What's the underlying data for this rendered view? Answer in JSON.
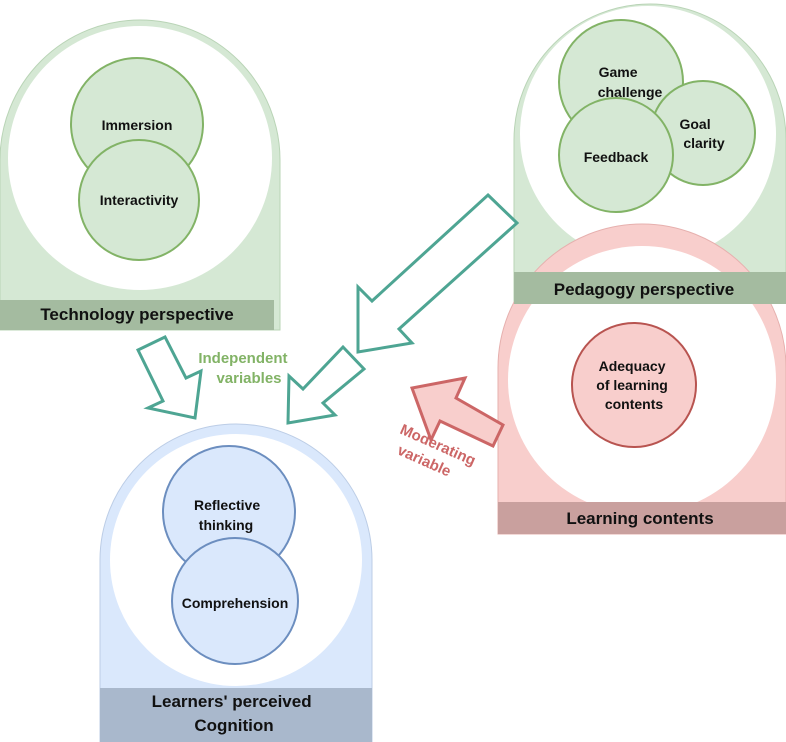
{
  "groups": {
    "technology": {
      "title": "Technology perspective",
      "items": [
        "Immersion",
        "Interactivity"
      ]
    },
    "pedagogy": {
      "title": "Pedagogy perspective",
      "items": [
        [
          "Game",
          "challenge"
        ],
        [
          "Goal",
          "clarity"
        ],
        [
          "Feedback"
        ]
      ]
    },
    "learning": {
      "title": "Learning contents",
      "items": [
        [
          "Adequacy",
          "of learning",
          "contents"
        ]
      ]
    },
    "cognition": {
      "title": [
        "Learners' perceived",
        "Cognition"
      ],
      "items": [
        [
          "Reflective",
          "thinking"
        ],
        [
          "Comprehension"
        ]
      ]
    }
  },
  "annotations": {
    "independent": [
      "Independent",
      "variables"
    ],
    "moderating": [
      "Moderating",
      "variable"
    ]
  },
  "colors": {
    "green_fill": "#d5e8d4",
    "green_stroke": "#82b366",
    "green_title": "#a4bba0",
    "red_fill": "#f8cecc",
    "red_stroke": "#e07a7a",
    "red_title": "#c9a09e",
    "blue_fill": "#dae8fc",
    "blue_stroke": "#6c8ebf",
    "blue_title": "#a9b8cc",
    "teal_arrow": "#4ea593",
    "moderating_arrow": "#cc6666",
    "independent_text": "#82b366",
    "moderating_text": "#cc6666"
  }
}
